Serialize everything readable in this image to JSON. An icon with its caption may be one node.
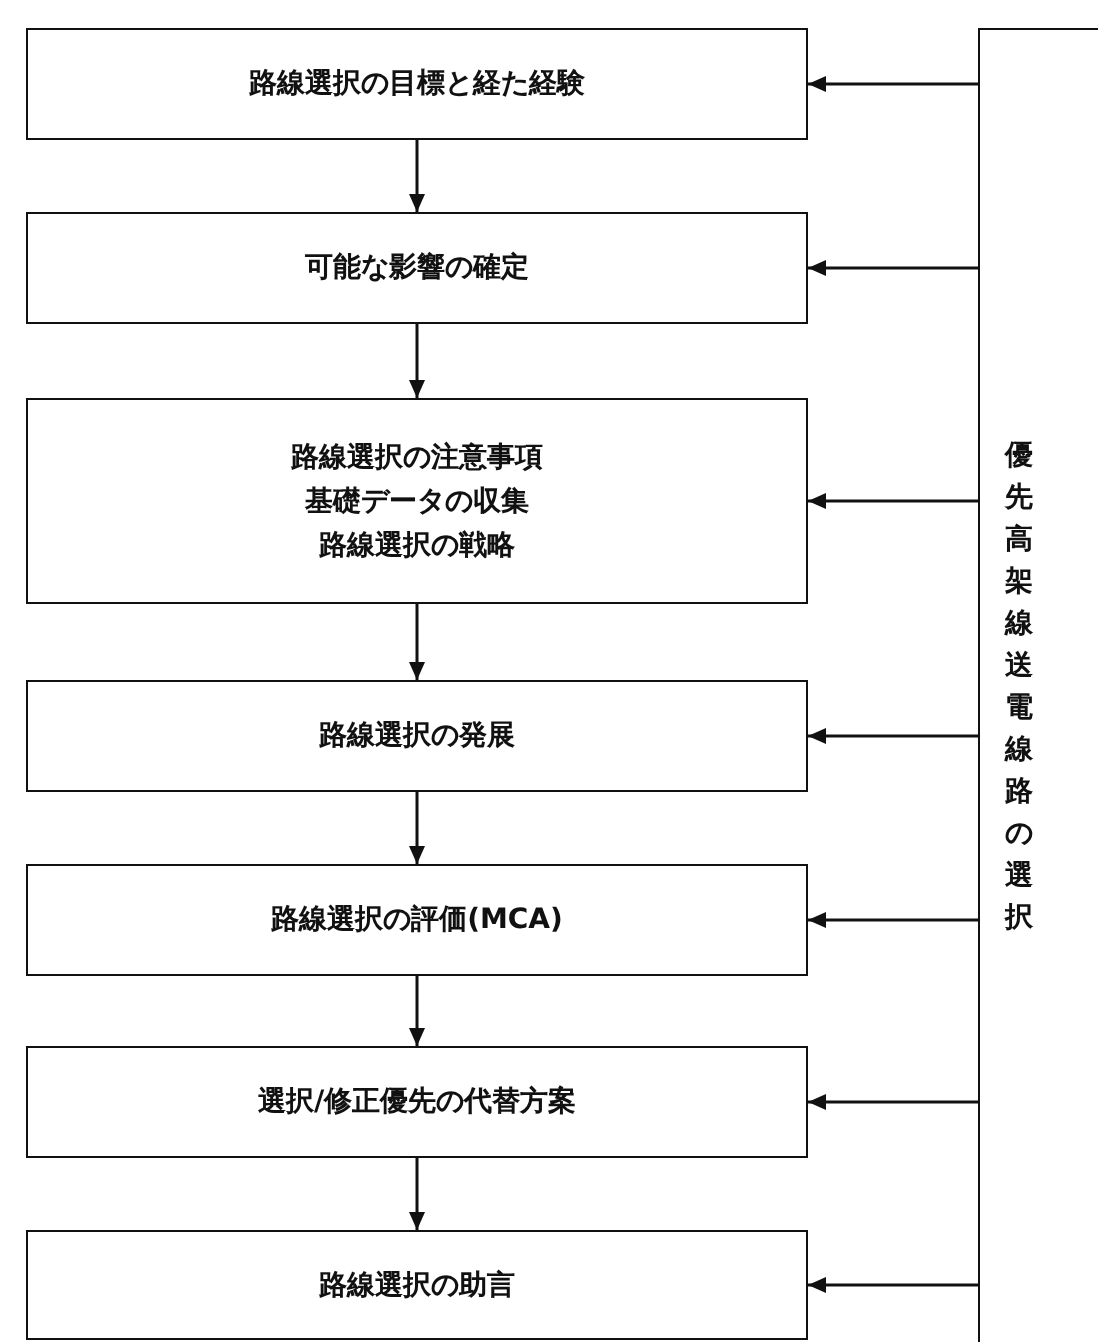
{
  "diagram": {
    "nodes": [
      {
        "text": [
          "路線選択の目標と経た経験"
        ]
      },
      {
        "text": [
          "可能な影響の確定"
        ]
      },
      {
        "text": [
          "路線選択の注意事項",
          "基礎データの収集",
          "路線選択の戦略"
        ]
      },
      {
        "text": [
          "路線選択の発展"
        ]
      },
      {
        "text": [
          "路線選択の評価(MCA)"
        ]
      },
      {
        "text": [
          "選択/修正優先の代替方案"
        ]
      },
      {
        "text": [
          "路線選択の助言"
        ]
      },
      {
        "text": [
          "優先高架線送電線路の選択"
        ]
      }
    ],
    "edges": [
      {
        "from": 0,
        "to": 1,
        "arrow": "to"
      },
      {
        "from": 1,
        "to": 2,
        "arrow": "to"
      },
      {
        "from": 2,
        "to": 3,
        "arrow": "to"
      },
      {
        "from": 3,
        "to": 4,
        "arrow": "to"
      },
      {
        "from": 4,
        "to": 5,
        "arrow": "to"
      },
      {
        "from": 5,
        "to": 6,
        "arrow": "to"
      },
      {
        "from": 7,
        "to": 0,
        "arrow": "to"
      },
      {
        "from": 7,
        "to": 1,
        "arrow": "to"
      },
      {
        "from": 7,
        "to": 2,
        "arrow": "to"
      },
      {
        "from": 7,
        "to": 3,
        "arrow": "to"
      },
      {
        "from": 7,
        "to": 4,
        "arrow": "to"
      },
      {
        "from": 7,
        "to": 5,
        "arrow": "to"
      },
      {
        "from": 7,
        "to": 6,
        "arrow": "to"
      }
    ]
  }
}
